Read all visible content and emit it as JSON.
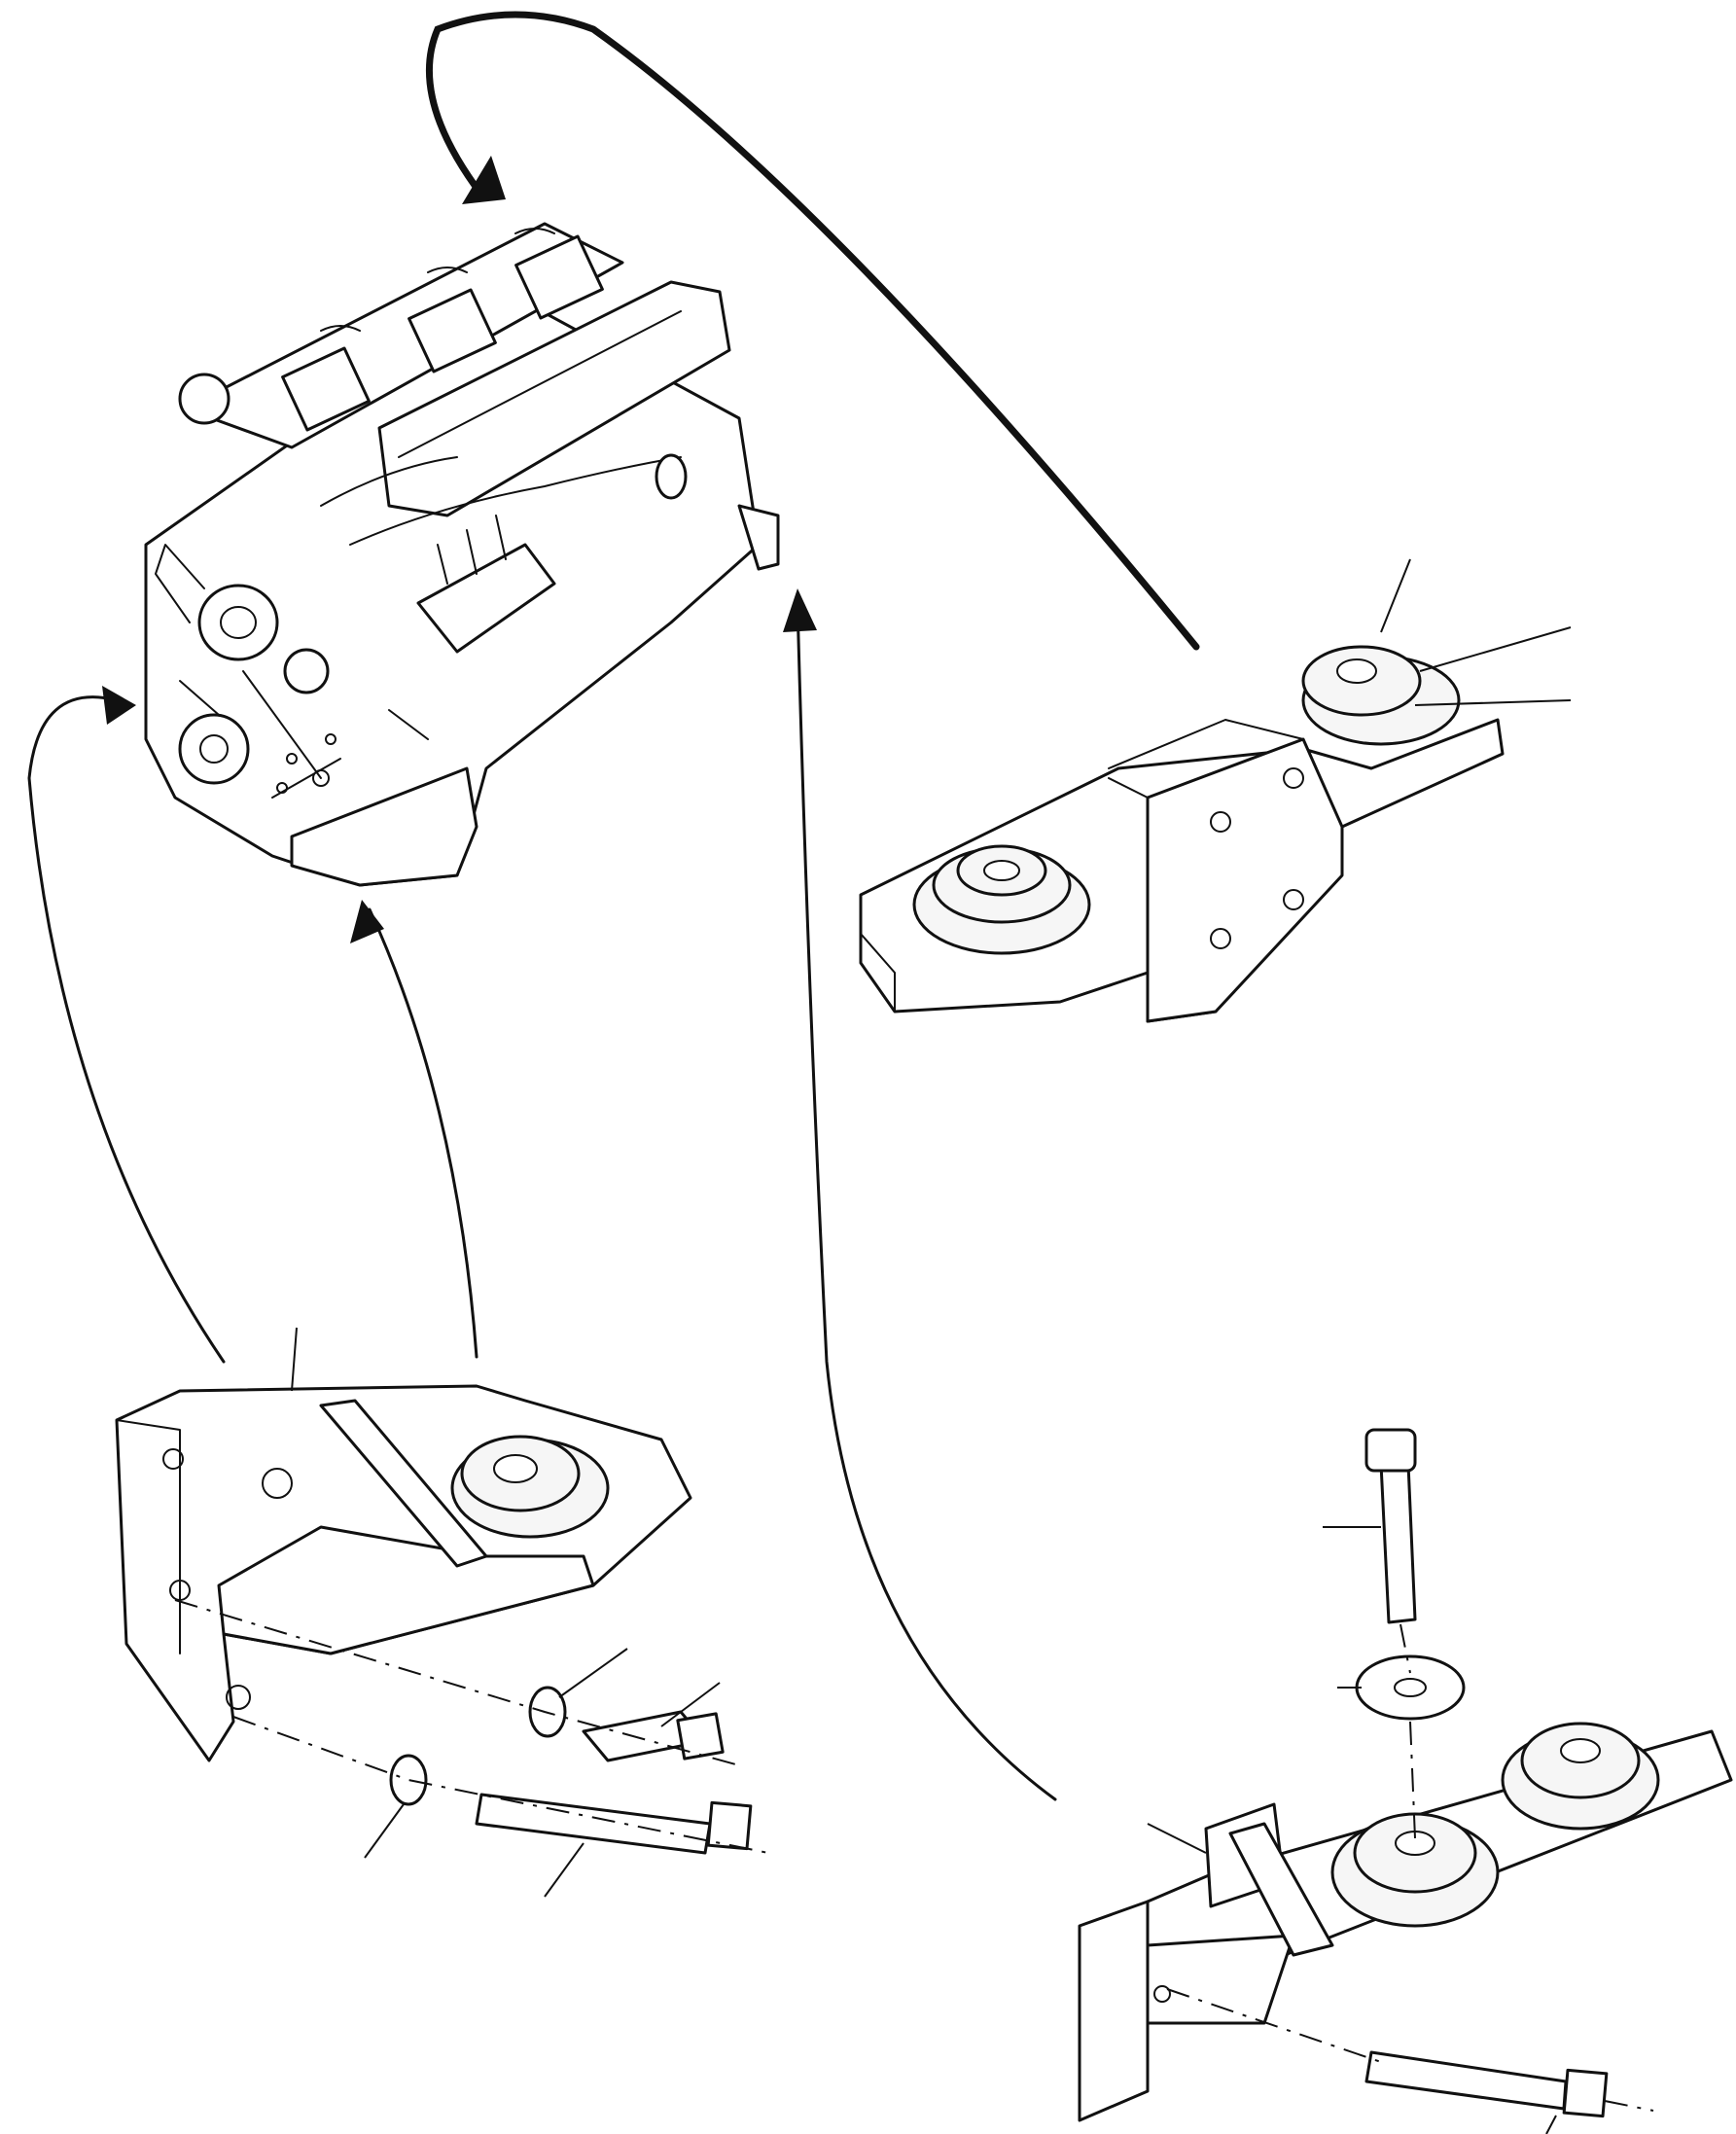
{
  "figure": {
    "type": "exploded parts diagram",
    "colors": {
      "ink": "#111111",
      "paper": "#ffffff"
    },
    "parts": [
      "engine",
      "front-right-mount-bracket",
      "front-left-mount-bracket",
      "rear-mount-bracket",
      "rubber-mount",
      "bolt",
      "washer",
      "lock-washer"
    ]
  }
}
